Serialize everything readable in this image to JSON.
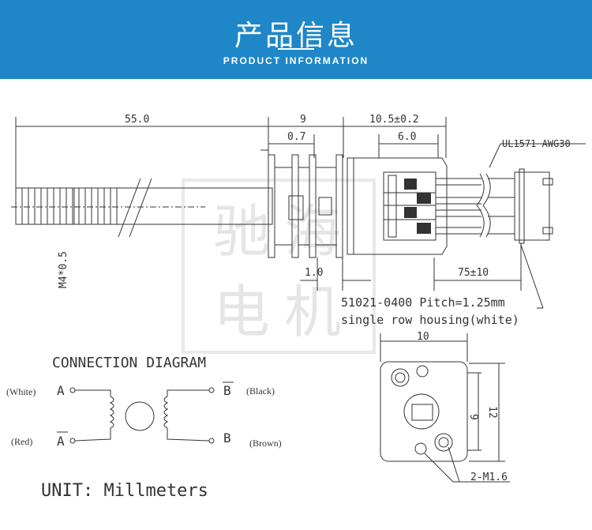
{
  "banner": {
    "title": "产品信息",
    "subtitle": "PRODUCT INFORMATION"
  },
  "watermark": [
    "驰",
    "海",
    "电",
    "机"
  ],
  "drawing": {
    "dim_shaft_length": "55.0",
    "dim_gear_width": "9",
    "dim_plate": "0.7",
    "dim_motor_length": "10.5±0.2",
    "dim_motor_body": "6.0",
    "wire_spec": "UL1571 AWG30",
    "thread": "M4*0.5",
    "dim_spacer": "1.0",
    "dim_wire_length": "75±10",
    "connector_line1": "51021-0400  Pitch=1.25mm",
    "connector_line2": "single row housing(white)",
    "end_width": "10",
    "end_inner": "9",
    "end_height": "12",
    "holes": "2-M1.6"
  },
  "connection": {
    "title": "CONNECTION DIAGRAM",
    "pin_white": "(White)",
    "pin_red": "(Red)",
    "pin_black": "(Black)",
    "pin_brown": "(Brown)",
    "pin_a": "A",
    "pin_a_bar": "A",
    "pin_b_bar": "B",
    "pin_b": "B"
  },
  "unit_text": "UNIT: Millmeters",
  "colors": {
    "banner": "#1f87c8",
    "line": "#333333"
  }
}
